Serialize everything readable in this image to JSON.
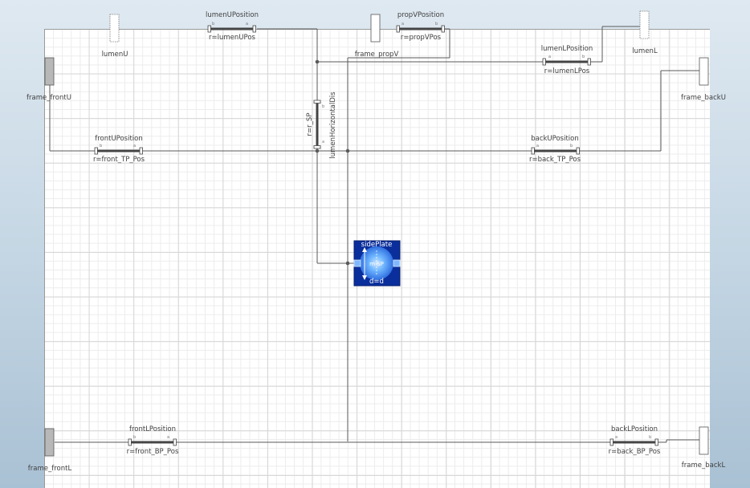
{
  "components": {
    "lumenU": "lumenU",
    "lumenL": "lumenL",
    "frame_frontU": "frame_frontU",
    "frame_backU": "frame_backU",
    "frame_frontL": "frame_frontL",
    "frame_backL": "frame_backL",
    "frame_propV": "frame_propV",
    "lumenUPosition": {
      "name": "lumenUPosition",
      "param": "r=lumenUPos"
    },
    "propVPosition": {
      "name": "propVPosition",
      "param": "r=propVPos"
    },
    "lumenLPosition": {
      "name": "lumenLPosition",
      "param": "r=lumenLPos"
    },
    "frontUPosition": {
      "name": "frontUPosition",
      "param": "r=front_TP_Pos"
    },
    "backUPosition": {
      "name": "backUPosition",
      "param": "r=back_TP_Pos"
    },
    "frontLPosition": {
      "name": "frontLPosition",
      "param": "r=front_BP_Pos"
    },
    "backLPosition": {
      "name": "backLPosition",
      "param": "r=back_BP_Pos"
    },
    "lumenHorizontalDis": {
      "name": "lumenHorizontalDis",
      "param": "r=r_SP"
    },
    "sidePlate": {
      "name": "sidePlate",
      "param": "d=d",
      "icon_text": "m SP"
    }
  },
  "port_labels": {
    "a": "a",
    "b": "b"
  },
  "colors": {
    "wire": "#5a5a5a",
    "frame_fill": "#b8b8b8",
    "sideplate_fill": "#0a2f9c",
    "sideplate_glow": "#6fb6ff"
  }
}
